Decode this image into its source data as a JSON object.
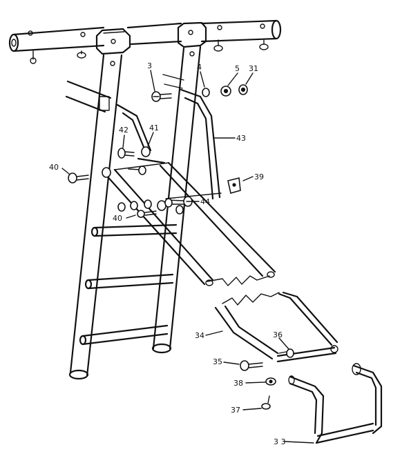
{
  "parts": [
    {
      "id": "p3",
      "label": "3"
    },
    {
      "id": "p4",
      "label": "4"
    },
    {
      "id": "p5",
      "label": "5"
    },
    {
      "id": "p31",
      "label": "31"
    },
    {
      "id": "p42",
      "label": "42"
    },
    {
      "id": "p41",
      "label": "41"
    },
    {
      "id": "p43",
      "label": "43"
    },
    {
      "id": "p40a",
      "label": "40"
    },
    {
      "id": "p39",
      "label": "39"
    },
    {
      "id": "p44",
      "label": "44"
    },
    {
      "id": "p40b",
      "label": "40"
    },
    {
      "id": "p34",
      "label": "34"
    },
    {
      "id": "p36",
      "label": "36"
    },
    {
      "id": "p35",
      "label": "35"
    },
    {
      "id": "p38",
      "label": "38"
    },
    {
      "id": "p37",
      "label": "37"
    },
    {
      "id": "p33",
      "label": "3 3"
    }
  ]
}
